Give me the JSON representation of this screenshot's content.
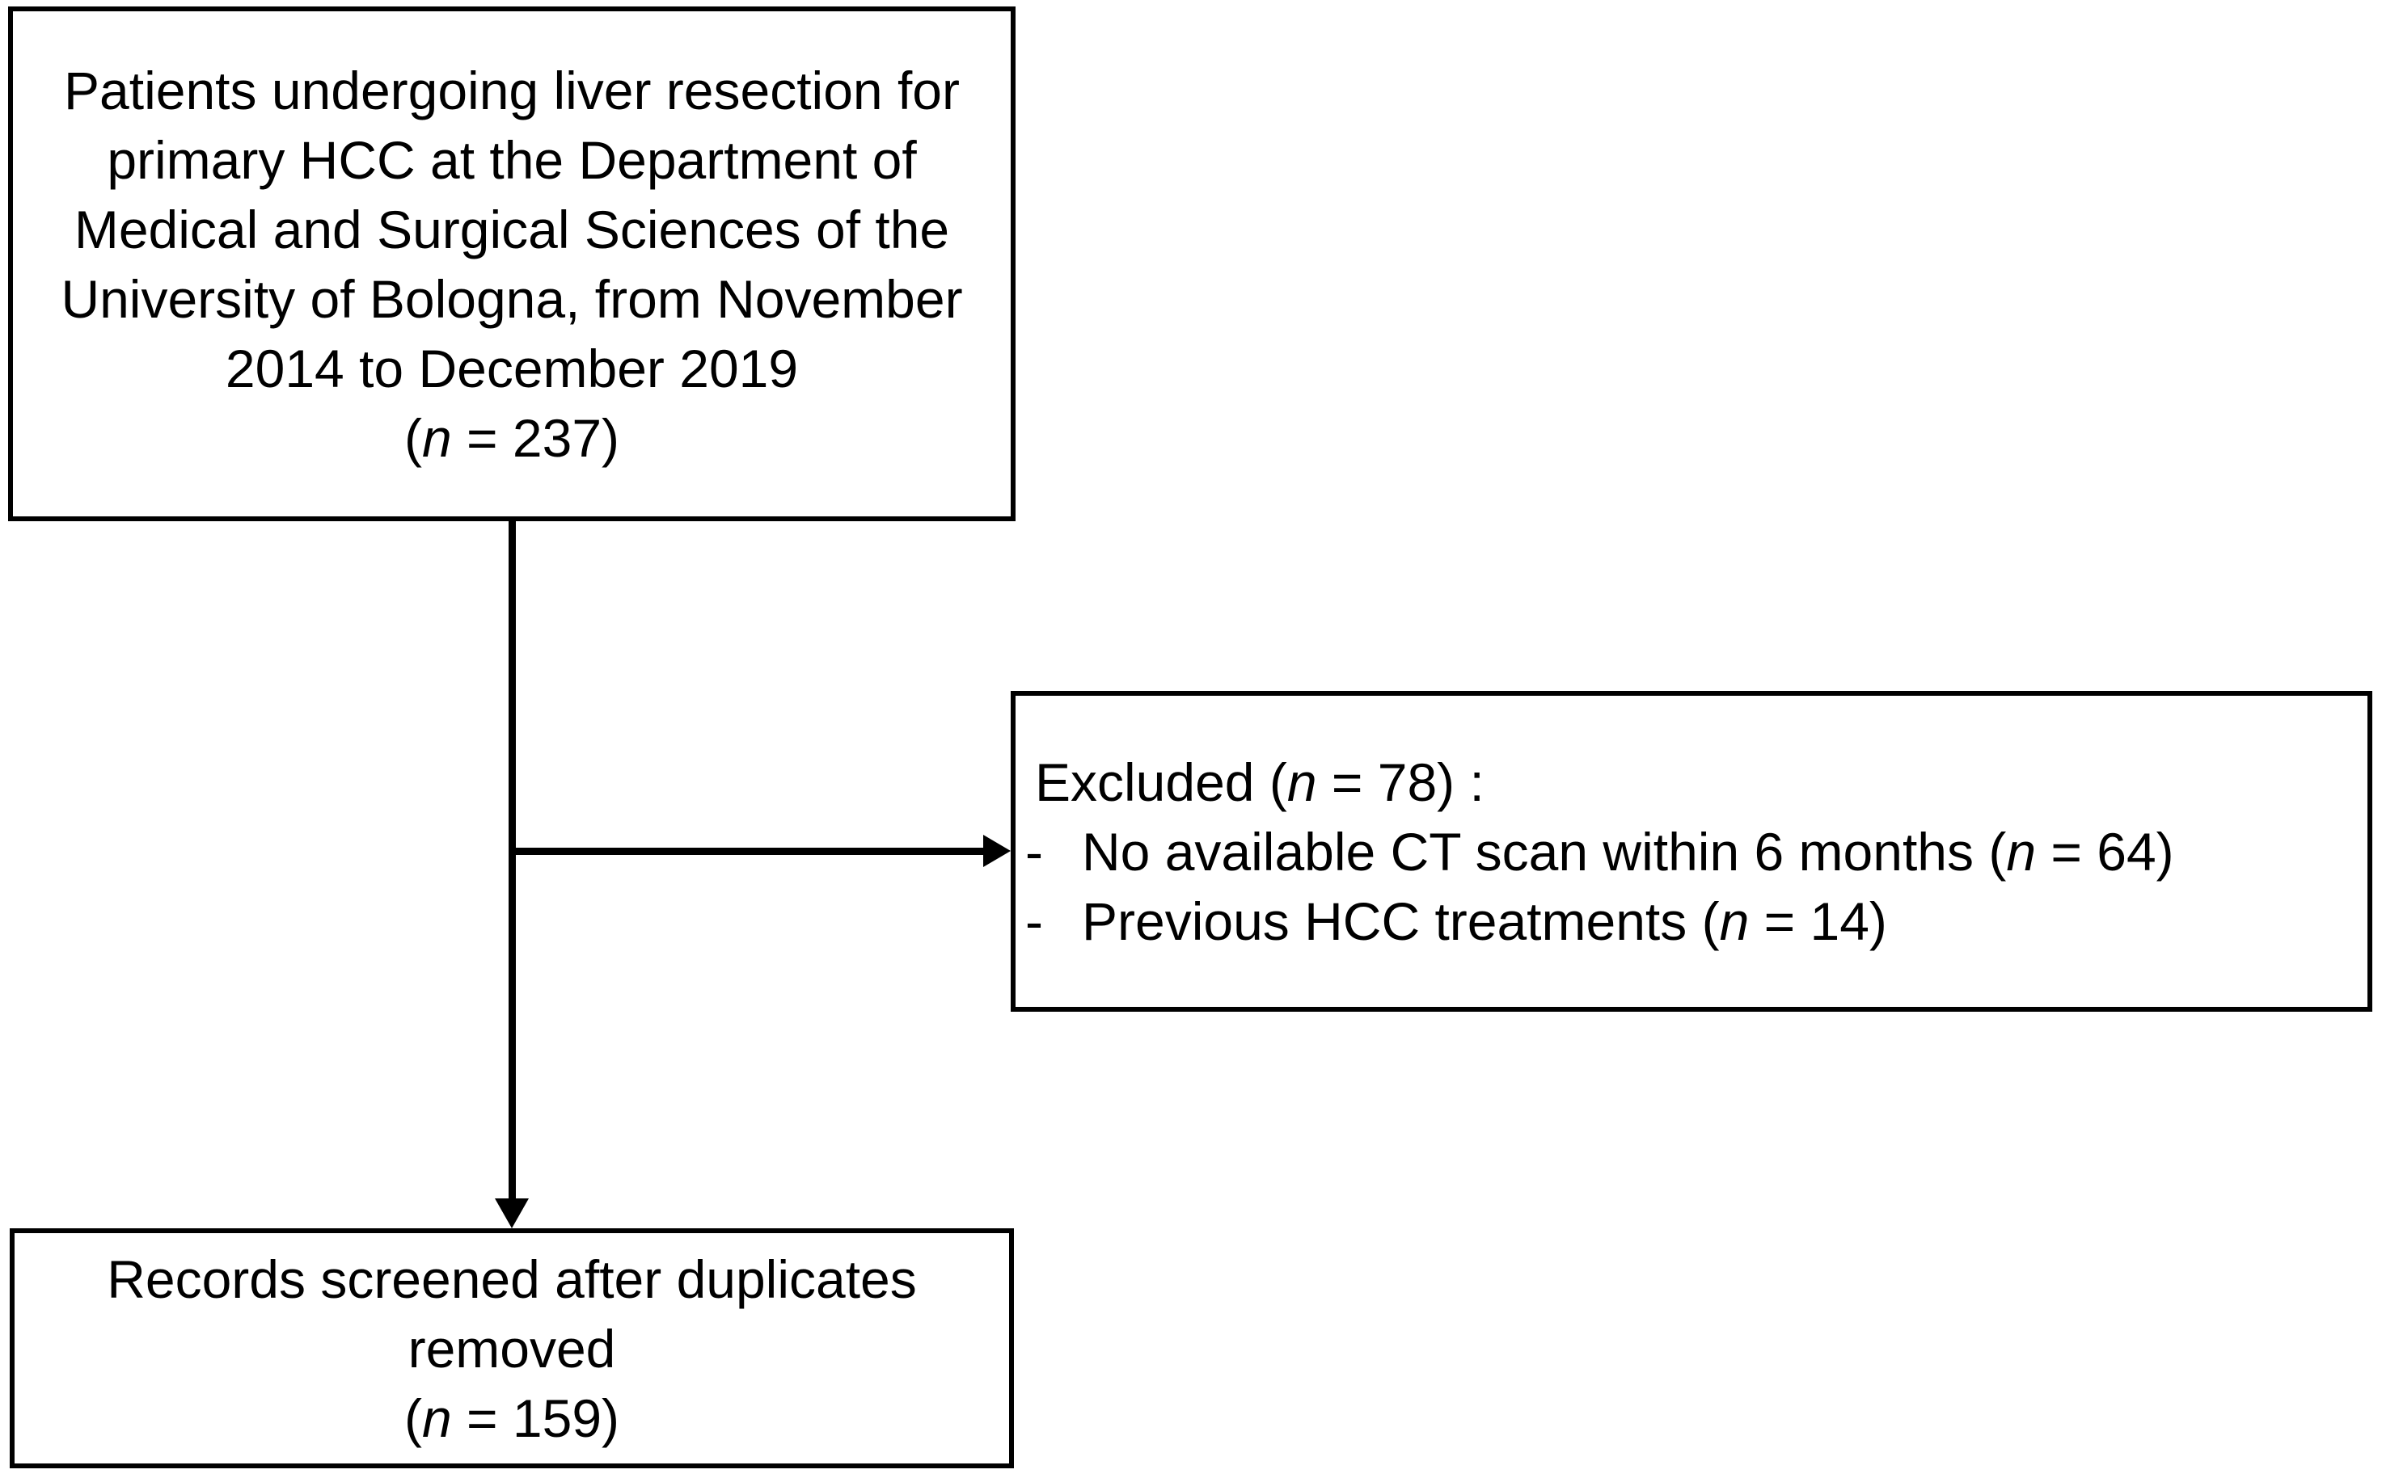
{
  "figure": {
    "type": "flowchart",
    "colors": {
      "bg": "#ffffff",
      "line": "#000000",
      "text": "#000000"
    }
  },
  "boxes": {
    "enrollment": {
      "lines": [
        [
          {
            "t": "Patients undergoing liver resection for"
          }
        ],
        [
          {
            "t": "primary HCC at the Department of"
          }
        ],
        [
          {
            "t": "Medical and Surgical Sciences of the"
          }
        ],
        [
          {
            "t": "University of Bologna, from November"
          }
        ],
        [
          {
            "t": "2014 to December 2019"
          }
        ],
        [
          {
            "t": "("
          },
          {
            "t": "n",
            "i": true
          },
          {
            "t": " = 237)"
          }
        ]
      ]
    },
    "excluded": {
      "title": [
        {
          "t": "Excluded ("
        },
        {
          "t": "n",
          "i": true
        },
        {
          "t": " = 78) :"
        }
      ],
      "bullet": "-",
      "items": [
        [
          {
            "t": "No available CT scan within 6 months ("
          },
          {
            "t": "n",
            "i": true
          },
          {
            "t": " = 64)"
          }
        ],
        [
          {
            "t": "Previous HCC treatments ("
          },
          {
            "t": "n",
            "i": true
          },
          {
            "t": " = 14)"
          }
        ]
      ]
    },
    "screened": {
      "lines": [
        [
          {
            "t": "Records screened after duplicates"
          }
        ],
        [
          {
            "t": "removed"
          }
        ],
        [
          {
            "t": "("
          },
          {
            "t": "n",
            "i": true
          },
          {
            "t": " = 159)"
          }
        ]
      ]
    }
  }
}
